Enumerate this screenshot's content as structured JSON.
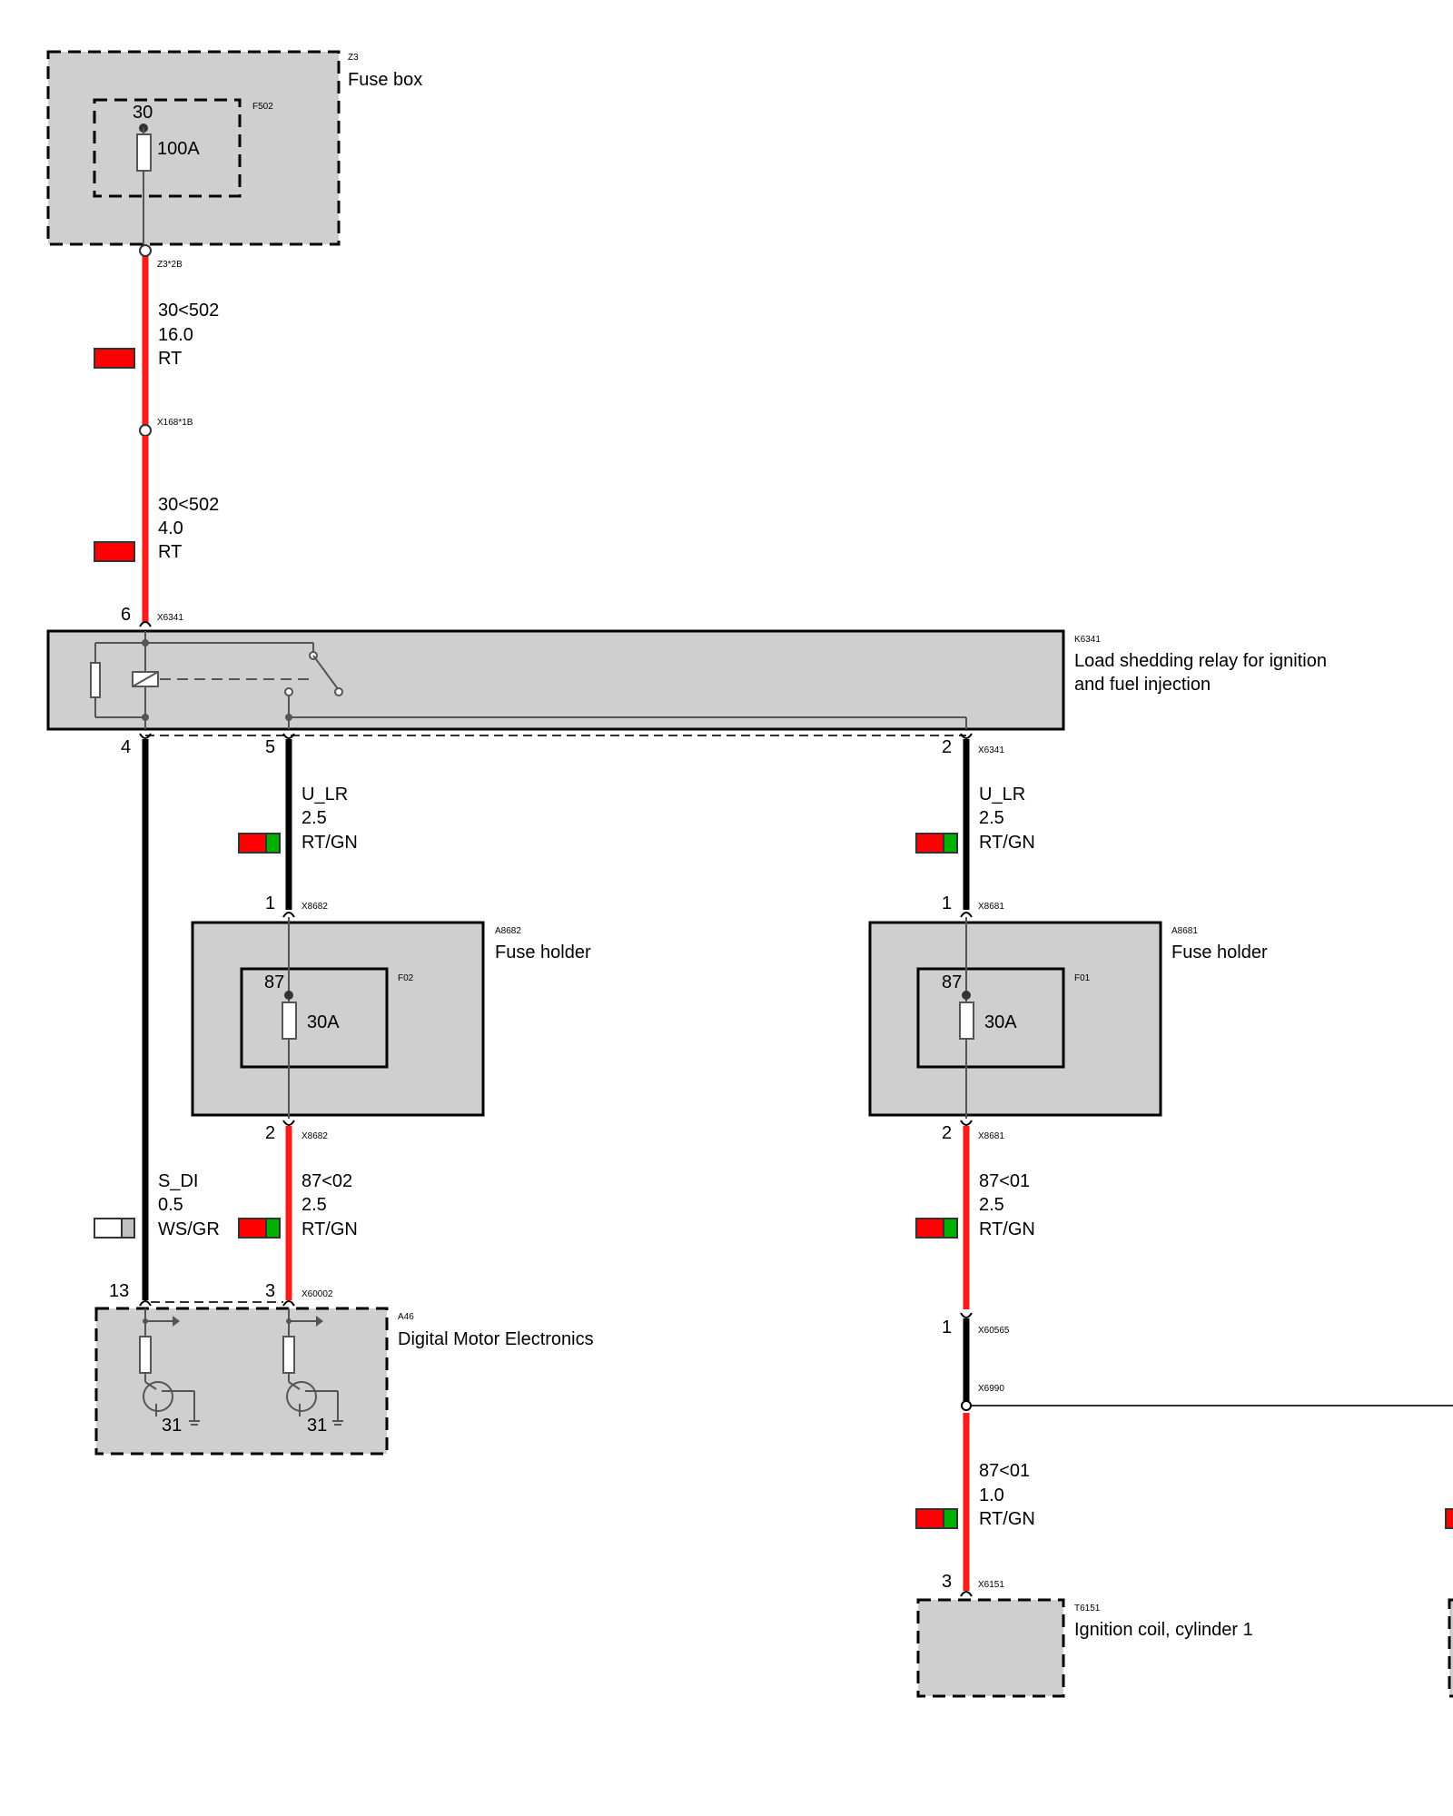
{
  "components": {
    "z3": {
      "id": "Z3",
      "name": "Fuse box"
    },
    "f502": {
      "id": "F502",
      "terminal": "30",
      "rating": "100A"
    },
    "k6341": {
      "id": "K6341",
      "name_line1": "Load shedding relay for ignition",
      "name_line2": "and fuel injection"
    },
    "a8682": {
      "id": "A8682",
      "name": "Fuse holder",
      "fuse_id": "F02",
      "terminal": "87",
      "rating": "30A"
    },
    "a8681": {
      "id": "A8681",
      "name": "Fuse holder",
      "fuse_id": "F01",
      "terminal": "87",
      "rating": "30A"
    },
    "a46": {
      "id": "A46",
      "name": "Digital Motor Electronics",
      "ground1": "31",
      "ground2": "31"
    },
    "t6151": {
      "id": "T6151",
      "name": "Ignition coil, cylinder 1"
    }
  },
  "connectors": {
    "z3_2b": "Z3*2B",
    "x168_1b": "X168*1B",
    "x6341_top": "X6341",
    "x6341_right": "X6341",
    "x8682_top": "X8682",
    "x8682_bottom": "X8682",
    "x8681_top": "X8681",
    "x8681_bottom": "X8681",
    "x60002": "X60002",
    "x60565": "X60565",
    "x6990": "X6990",
    "x6151": "X6151"
  },
  "pins": {
    "k6341_6": "6",
    "k6341_4": "4",
    "k6341_5": "5",
    "k6341_2": "2",
    "a8682_1": "1",
    "a8682_2": "2",
    "a8681_1": "1",
    "a8681_2": "2",
    "a46_13": "13",
    "a46_3": "3",
    "x60565_1": "1",
    "t6151_3": "3"
  },
  "wires": {
    "w1": {
      "signal": "30<502",
      "gauge": "16.0",
      "color_code": "RT",
      "colors": [
        "#ff0000"
      ]
    },
    "w2": {
      "signal": "30<502",
      "gauge": "4.0",
      "color_code": "RT",
      "colors": [
        "#ff0000"
      ]
    },
    "w3": {
      "signal": "U_LR",
      "gauge": "2.5",
      "color_code": "RT/GN",
      "colors": [
        "#ff0000",
        "#00b000"
      ]
    },
    "w4": {
      "signal": "U_LR",
      "gauge": "2.5",
      "color_code": "RT/GN",
      "colors": [
        "#ff0000",
        "#00b000"
      ]
    },
    "w5": {
      "signal": "S_DI",
      "gauge": "0.5",
      "color_code": "WS/GR",
      "colors": [
        "#ffffff",
        "#c0c0c0"
      ]
    },
    "w6": {
      "signal": "87<02",
      "gauge": "2.5",
      "color_code": "RT/GN",
      "colors": [
        "#ff0000",
        "#00b000"
      ]
    },
    "w7": {
      "signal": "87<01",
      "gauge": "2.5",
      "color_code": "RT/GN",
      "colors": [
        "#ff0000",
        "#00b000"
      ]
    },
    "w8": {
      "signal": "87<01",
      "gauge": "1.0",
      "color_code": "RT/GN",
      "colors": [
        "#ff0000",
        "#00b000"
      ]
    }
  }
}
